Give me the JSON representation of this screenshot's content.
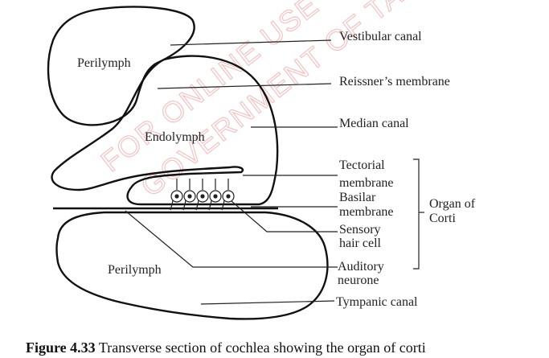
{
  "watermark": {
    "line1": "FOR ONLINE USE ONLY",
    "line2": "GOVERNMENT OF TAMILNADU",
    "color": "#f3c4c4"
  },
  "regions": {
    "perilymph_top": "Perilymph",
    "endolymph": "Endolymph",
    "perilymph_bottom": "Perilymph"
  },
  "labels": {
    "vestibular_canal": "Vestibular canal",
    "reissners_membrane": "Reissner’s membrane",
    "median_canal": "Median canal",
    "tectorial_1": "Tectorial",
    "tectorial_2": "membrane",
    "basilar_1": "Basilar",
    "basilar_2": "membrane",
    "sensory_1": "Sensory",
    "sensory_2": "hair cell",
    "auditory_1": "Auditory",
    "auditory_2": "neurone",
    "tympanic_canal": "Tympanic canal"
  },
  "bracket": {
    "line1": "Organ of",
    "line2": "Corti"
  },
  "caption": {
    "number": "Figure 4.33",
    "text": " Transverse section of cochlea showing the organ of corti"
  }
}
